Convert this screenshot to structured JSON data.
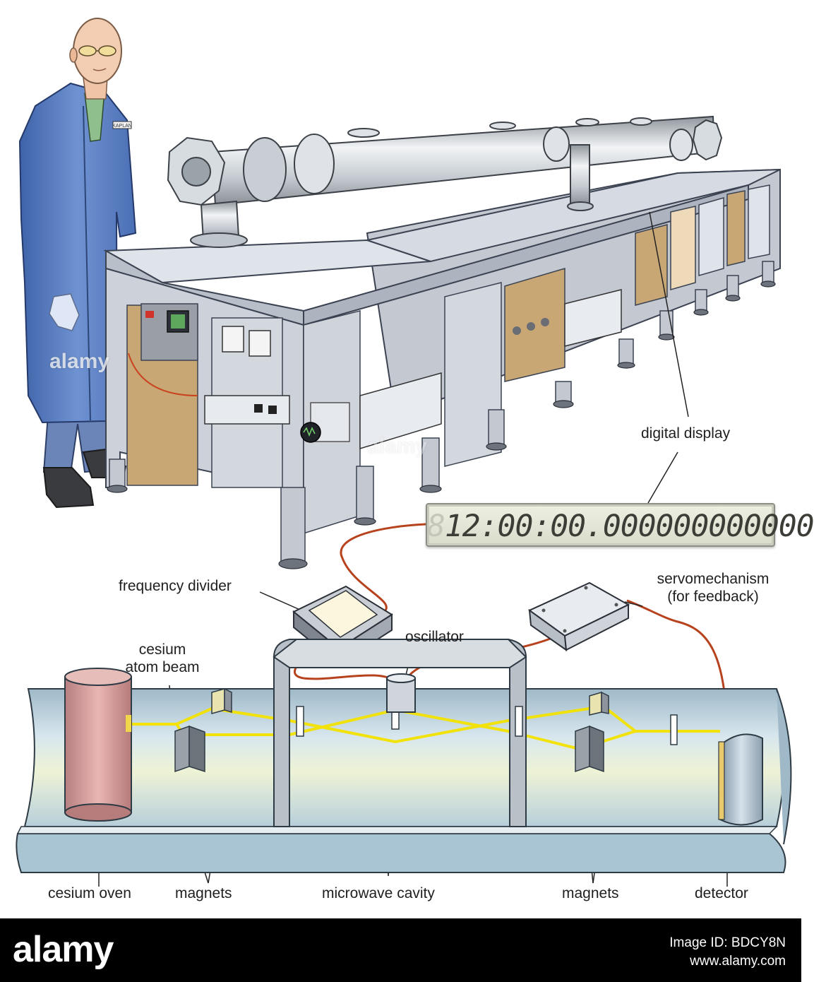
{
  "labels": {
    "digital_display": "digital display",
    "frequency_divider": "frequency divider",
    "servomechanism": "servomechanism",
    "for_feedback": "(for feedback)",
    "cesium": "cesium",
    "atom_beam": "atom beam",
    "oscillator": "oscillator",
    "cesium_oven": "cesium oven",
    "magnets_left": "magnets",
    "microwave_cavity": "microwave cavity",
    "magnets_right": "magnets",
    "detector": "detector"
  },
  "display": {
    "ghost_digit": "8",
    "time": "12:00:00.000000000000"
  },
  "badge": {
    "name": "KAPLAN"
  },
  "watermark": {
    "text": "alamy",
    "image_id": "Image ID: BDCY8N",
    "site": "www.alamy.com"
  },
  "colors": {
    "tube": "#c7dbe5",
    "beam": "#f5e300",
    "equipment": "#c8ccd4",
    "coat": "#5a7fc2",
    "oven": "#d49c9c",
    "wire": "#c0461f"
  }
}
